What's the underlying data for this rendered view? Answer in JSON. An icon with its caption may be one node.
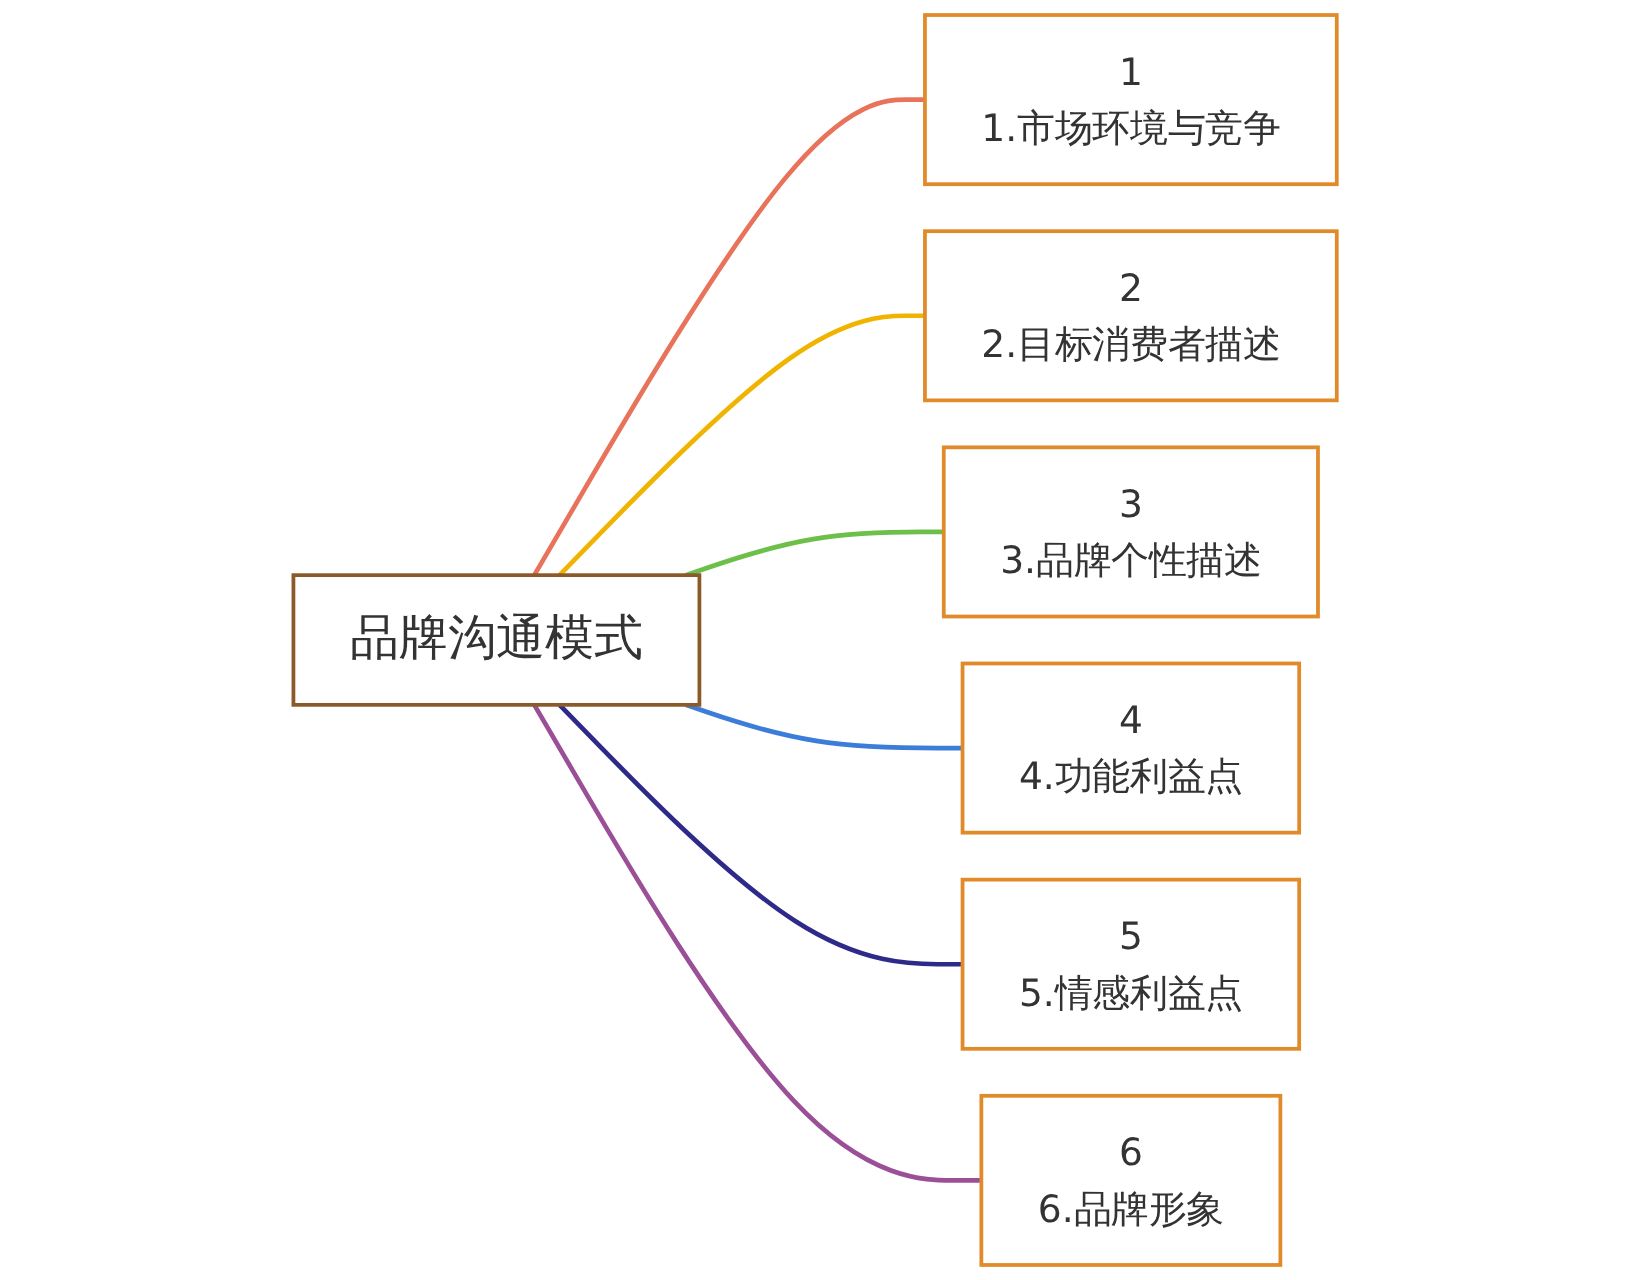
{
  "diagram": {
    "nodes": [
      {
        "text": [
          "品牌沟通模式"
        ]
      },
      {
        "text": [
          "1",
          "1.市场环境与竞争"
        ]
      },
      {
        "text": [
          "2",
          "2.目标消费者描述"
        ]
      },
      {
        "text": [
          "3",
          "3.品牌个性描述"
        ]
      },
      {
        "text": [
          "4",
          "4.功能利益点"
        ]
      },
      {
        "text": [
          "5",
          "5.情感利益点"
        ]
      },
      {
        "text": [
          "6",
          "6.品牌形象"
        ]
      }
    ],
    "edges": [
      {
        "from": 0,
        "to": 1,
        "arrow": "none",
        "color": "#e8735a"
      },
      {
        "from": 0,
        "to": 2,
        "arrow": "none",
        "color": "#f0b400"
      },
      {
        "from": 0,
        "to": 3,
        "arrow": "none",
        "color": "#6cc04a"
      },
      {
        "from": 0,
        "to": 4,
        "arrow": "none",
        "color": "#3b7dd8"
      },
      {
        "from": 0,
        "to": 5,
        "arrow": "none",
        "color": "#2e2a8a"
      },
      {
        "from": 0,
        "to": 6,
        "arrow": "none",
        "color": "#9b4f96"
      }
    ]
  }
}
